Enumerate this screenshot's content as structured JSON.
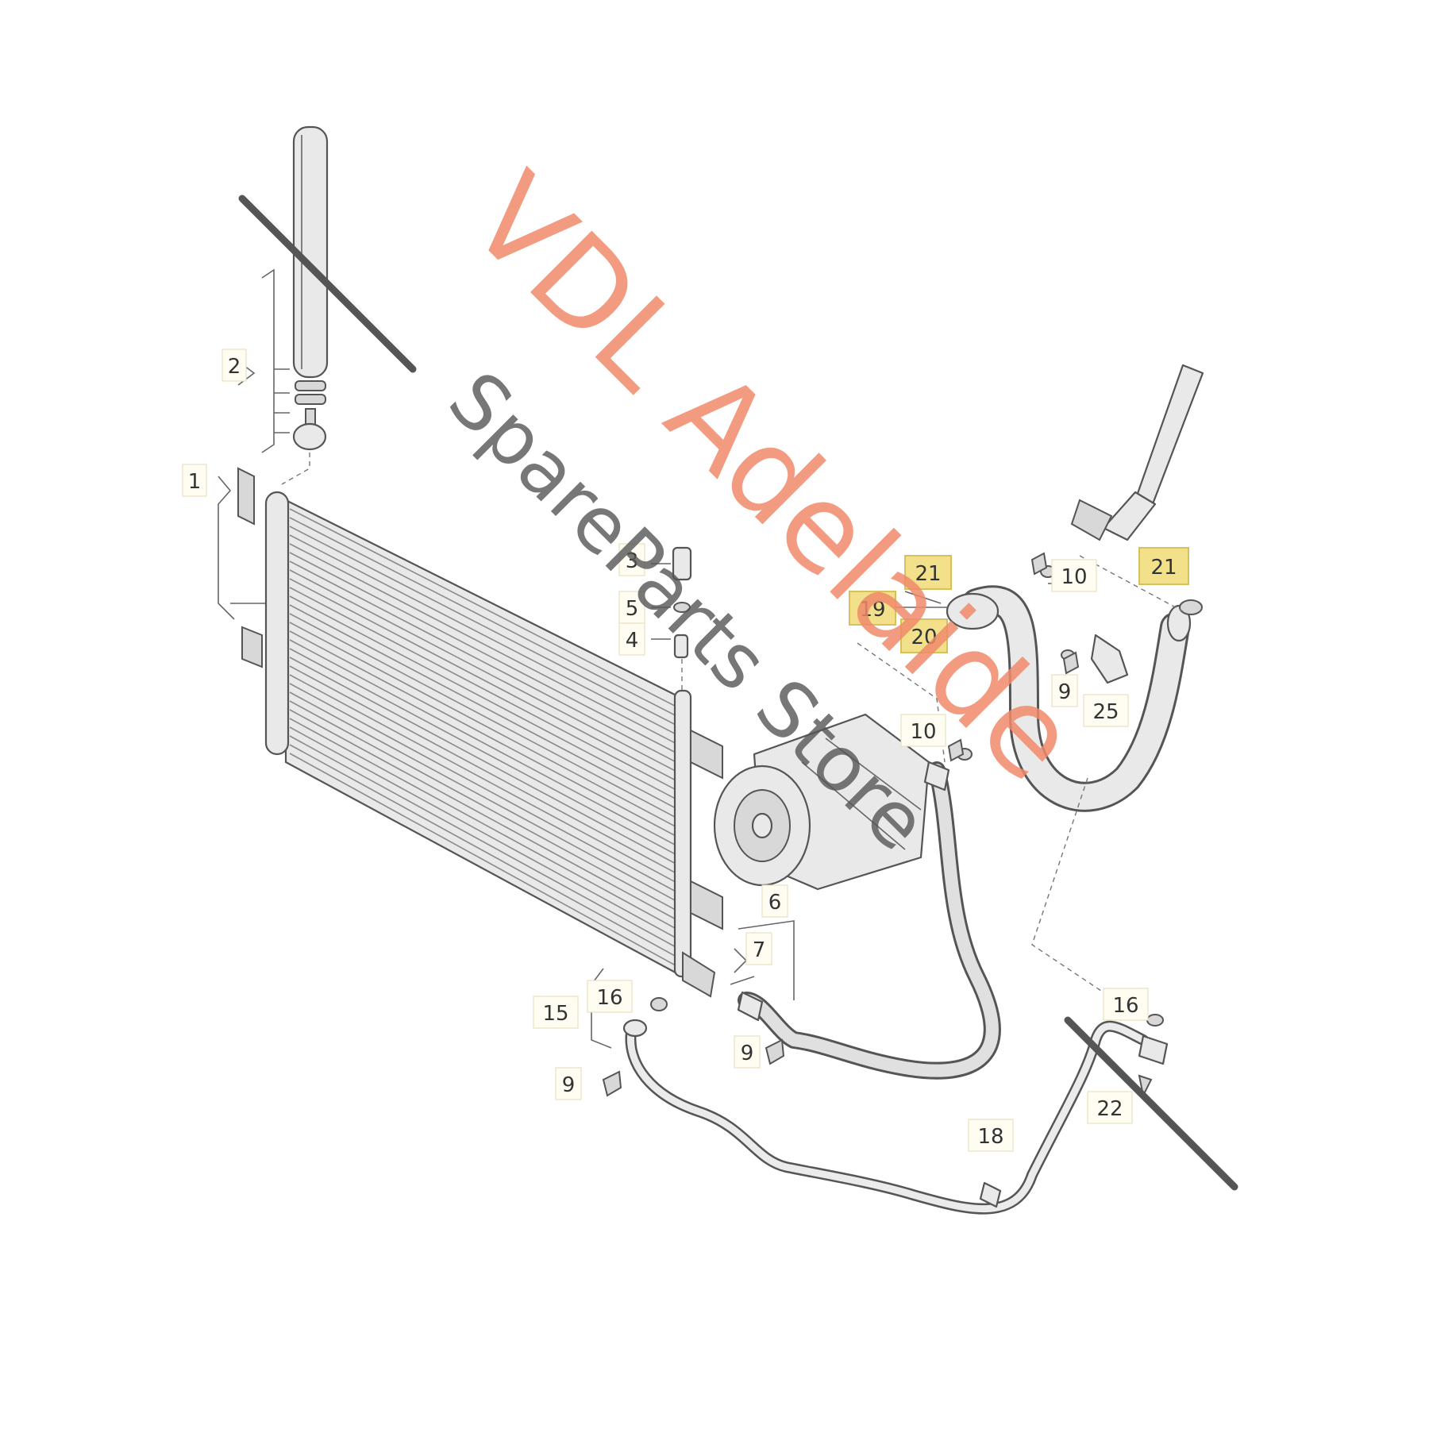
{
  "diagram": {
    "watermark": {
      "line1": "VDL Adelaide",
      "line2": "SpareParts Store"
    },
    "callouts": [
      {
        "id": "c1",
        "text": "1"
      },
      {
        "id": "c2",
        "text": "2"
      },
      {
        "id": "c3",
        "text": "3"
      },
      {
        "id": "c4",
        "text": "4"
      },
      {
        "id": "c5",
        "text": "5"
      },
      {
        "id": "c6",
        "text": "6"
      },
      {
        "id": "c7",
        "text": "7"
      },
      {
        "id": "c9a",
        "text": "9"
      },
      {
        "id": "c9b",
        "text": "9"
      },
      {
        "id": "c9c",
        "text": "9"
      },
      {
        "id": "c10a",
        "text": "10"
      },
      {
        "id": "c10b",
        "text": "10"
      },
      {
        "id": "c15",
        "text": "15"
      },
      {
        "id": "c16a",
        "text": "16"
      },
      {
        "id": "c16b",
        "text": "16"
      },
      {
        "id": "c18",
        "text": "18"
      },
      {
        "id": "c19",
        "text": "19"
      },
      {
        "id": "c20",
        "text": "20"
      },
      {
        "id": "c21a",
        "text": "21"
      },
      {
        "id": "c21b",
        "text": "21"
      },
      {
        "id": "c22",
        "text": "22"
      },
      {
        "id": "c25",
        "text": "25"
      }
    ],
    "highlight_color": "#f3e08a",
    "watermark_color": "#f08a6a"
  }
}
